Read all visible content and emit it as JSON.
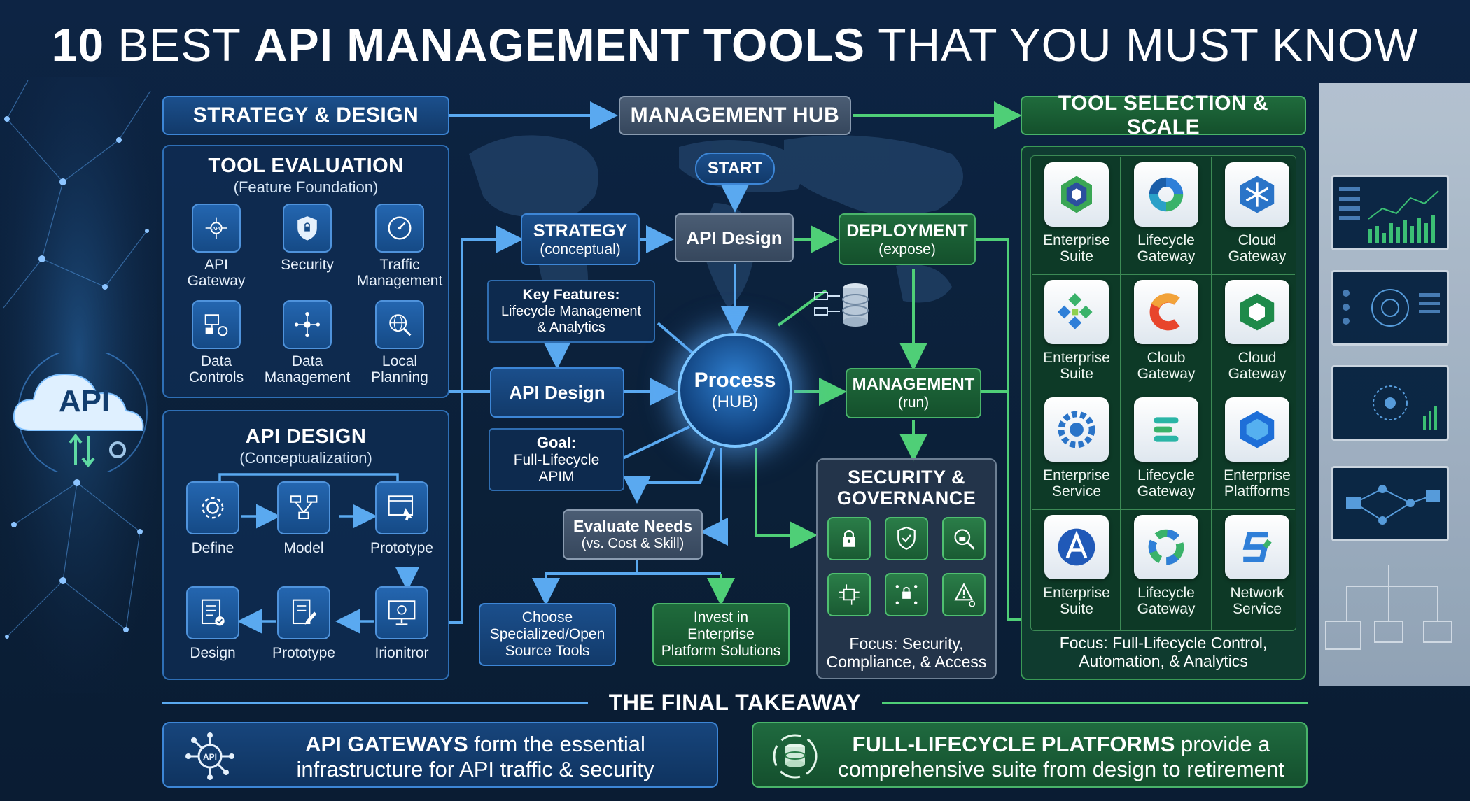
{
  "title": {
    "bold_prefix": "10",
    "pre": " BEST ",
    "bold": "API MANAGEMENT TOOLS",
    "post": " THAT YOU MUST KNOW"
  },
  "left_badge": "API",
  "headers": {
    "strategy_design": "STRATEGY & DESIGN",
    "management_hub": "MANAGEMENT HUB",
    "tool_selection": "TOOL SELECTION & SCALE"
  },
  "tool_eval": {
    "title": "TOOL EVALUATION",
    "subtitle": "(Feature Foundation)",
    "items": [
      {
        "label": "API\nGateway",
        "icon": "api-gateway-icon"
      },
      {
        "label": "Security",
        "icon": "shield-icon"
      },
      {
        "label": "Traffic\nManagement",
        "icon": "gauge-icon"
      },
      {
        "label": "Data\nControls",
        "icon": "data-controls-icon"
      },
      {
        "label": "Data\nManagement",
        "icon": "network-icon"
      },
      {
        "label": "Local\nPlanning",
        "icon": "globe-search-icon"
      }
    ]
  },
  "api_design_panel": {
    "title": "API DESIGN",
    "subtitle": "(Conceptualization)",
    "steps": [
      {
        "label": "Define",
        "icon": "gear-icon"
      },
      {
        "label": "Model",
        "icon": "flowchart-icon"
      },
      {
        "label": "Prototype",
        "icon": "browser-click-icon"
      },
      {
        "label": "Design",
        "icon": "checklist-icon"
      },
      {
        "label": "Prototype",
        "icon": "document-edit-icon"
      },
      {
        "label": "Irionitror",
        "icon": "monitor-icon"
      }
    ]
  },
  "hub": {
    "start": "START",
    "strategy": {
      "title": "STRATEGY",
      "sub": "(conceptual)"
    },
    "api_design_top": "API Design",
    "deployment": {
      "title": "DEPLOYMENT",
      "sub": "(expose)"
    },
    "key_features": {
      "title": "Key Features:",
      "line1": "Lifecycle Management",
      "line2": "& Analytics"
    },
    "api_design_mid": "API Design",
    "process": {
      "title": "Process",
      "sub": "(HUB)"
    },
    "management": {
      "title": "MANAGEMENT",
      "sub": "(run)"
    },
    "goal": {
      "title": "Goal:",
      "line1": "Full-Lifecycle",
      "line2": "APIM"
    },
    "evaluate": {
      "title": "Evaluate Needs",
      "sub": "(vs. Cost & Skill)"
    },
    "choose": {
      "line1": "Choose",
      "line2": "Specialized/Open",
      "line3": "Source Tools"
    },
    "invest": {
      "line1": "Invest in",
      "line2": "Enterprise",
      "line3": "Platform Solutions"
    }
  },
  "security": {
    "title1": "SECURITY &",
    "title2": "GOVERNANCE",
    "focus1": "Focus: Security,",
    "focus2": "Compliance, & Access",
    "icons": [
      "lock-icon",
      "shield-check-icon",
      "search-lock-icon",
      "circuit-icon",
      "lock-network-icon",
      "warning-network-icon"
    ]
  },
  "tools": {
    "grid": [
      {
        "name": "Enterprise\nSuite",
        "icon": "hexagon-logo-icon"
      },
      {
        "name": "Lifecycle\nGateway",
        "icon": "cycle-logo-icon"
      },
      {
        "name": "Cloud\nGateway",
        "icon": "hex-star-logo-icon"
      },
      {
        "name": "Enterprise\nSuite",
        "icon": "mosaic-logo-icon"
      },
      {
        "name": "Cloub\nGateway",
        "icon": "c-logo-icon"
      },
      {
        "name": "Cloud\nGateway",
        "icon": "green-hex-logo-icon"
      },
      {
        "name": "Enterprise\nService",
        "icon": "gear-logo-icon"
      },
      {
        "name": "Lifecycle\nGateway",
        "icon": "e-logo-icon"
      },
      {
        "name": "Enterprise\nPlatfforms",
        "icon": "azure-hex-logo-icon"
      },
      {
        "name": "Enterprise\nSuite",
        "icon": "a-triangle-logo-icon"
      },
      {
        "name": "Lifecycle\nGateway",
        "icon": "ring-logo-icon"
      },
      {
        "name": "Network\nService",
        "icon": "s-logo-icon"
      }
    ],
    "focus1": "Focus: Full-Lifecycle Control,",
    "focus2": "Automation, & Analytics"
  },
  "takeaway": {
    "title": "THE FINAL TAKEAWAY",
    "left": {
      "bold": "API GATEWAYS",
      "rest": " form the essential",
      "line2": "infrastructure for API traffic & security"
    },
    "right": {
      "bold": "FULL-LIFECYCLE PLATFORMS",
      "rest": " provide a",
      "line2": "comprehensive suite from design to retirement"
    }
  },
  "colors": {
    "blue": "#3d86d6",
    "green": "#49b46a",
    "gray": "#8a9bb0",
    "bg": "#0d2444"
  }
}
